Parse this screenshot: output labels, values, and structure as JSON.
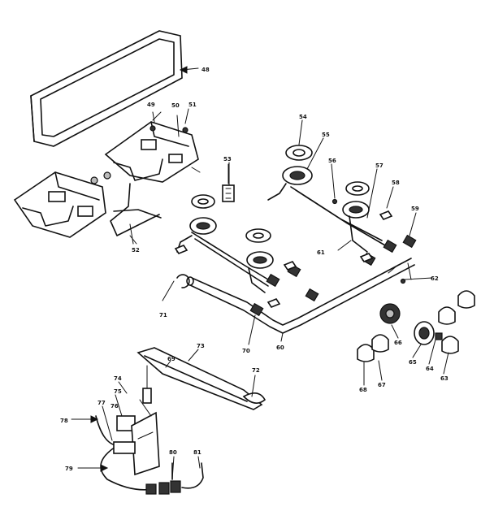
{
  "callouts": {
    "c48": "48",
    "c49": "49",
    "c50": "50",
    "c51": "51",
    "c52": "52",
    "c53": "53",
    "c54": "54",
    "c55": "55",
    "c56": "56",
    "c57": "57",
    "c58": "58",
    "c59": "59",
    "c60": "60",
    "c61": "61",
    "c62": "62",
    "c63": "63",
    "c64": "64",
    "c65": "65",
    "c66": "66",
    "c67": "67",
    "c68": "68",
    "c69": "69",
    "c70": "70",
    "c71": "71",
    "c72": "72",
    "c73": "73",
    "c74": "74",
    "c75": "75",
    "c76": "76",
    "c77": "77",
    "c78": "78",
    "c79": "79",
    "c80": "80",
    "c81": "81"
  }
}
